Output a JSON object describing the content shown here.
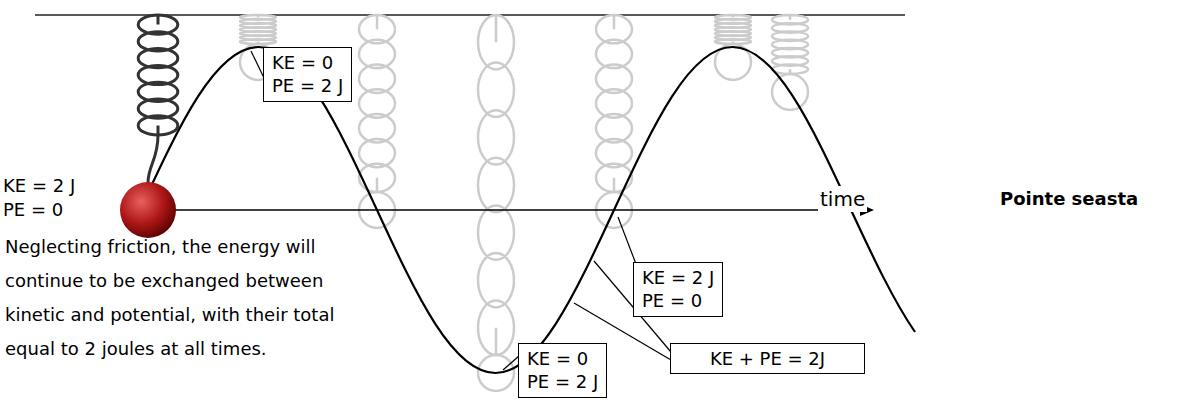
{
  "diagram": {
    "nodes": [
      {
        "text": [
          "KE = 0",
          "PE = 2 J"
        ]
      },
      {
        "text": [
          "KE = 2 J",
          "PE = 0"
        ]
      },
      {
        "text": [
          "KE + PE = 2J"
        ]
      },
      {
        "text": [
          "KE = 0",
          "PE = 2 J"
        ]
      }
    ],
    "labels": [
      "KE = 2 J",
      "PE = 0",
      "Neglecting friction, the energy will continue to be exchanged between kinetic and potential, with their total equal to 2 joules at all times.",
      "time",
      "Pointe seasta"
    ]
  }
}
